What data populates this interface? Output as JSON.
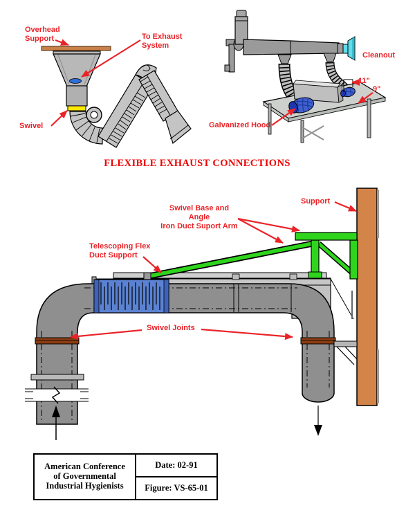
{
  "title": "FLEXIBLE EXHAUST CONNECTIONS",
  "top_left_diagram": {
    "labels": {
      "overhead_support": "Overhead\nSupport",
      "to_exhaust_system": "To Exhaust\nSystem",
      "swivel": "Swivel"
    }
  },
  "top_right_diagram": {
    "labels": {
      "cleanout": "Cleanout",
      "height_11": "11\"",
      "height_9": "9\"",
      "galvanized_hood": "Galvanized Hood"
    }
  },
  "main_diagram": {
    "labels": {
      "support": "Support",
      "swivel_base_arm": "Swivel Base and Angle\nIron Duct Suport Arm",
      "telescoping_flex": "Telescoping Flex\nDuct Support",
      "swivel_joints": "Swivel Joints"
    }
  },
  "footer": {
    "organization": "American Conference\nof Governmental\nIndustrial Hygienists",
    "date": "Date: 02-91",
    "figure": "Figure: VS-65-01"
  },
  "colors": {
    "label_red": "#EA2328",
    "duct_gray": "#8F8F8F",
    "flex_gray": "#C4C4C4",
    "flex_blue": "#5B82D2",
    "hood_blue": "#4060CC",
    "cleanout_cyan": "#5FDCEC",
    "swivel_yellow": "#FFE900",
    "support_orange": "#D28449",
    "arm_green": "#2FD41C",
    "joint_brown": "#8A3D12",
    "table_gray": "#CDD0CC",
    "bar_tan": "#C98049"
  }
}
